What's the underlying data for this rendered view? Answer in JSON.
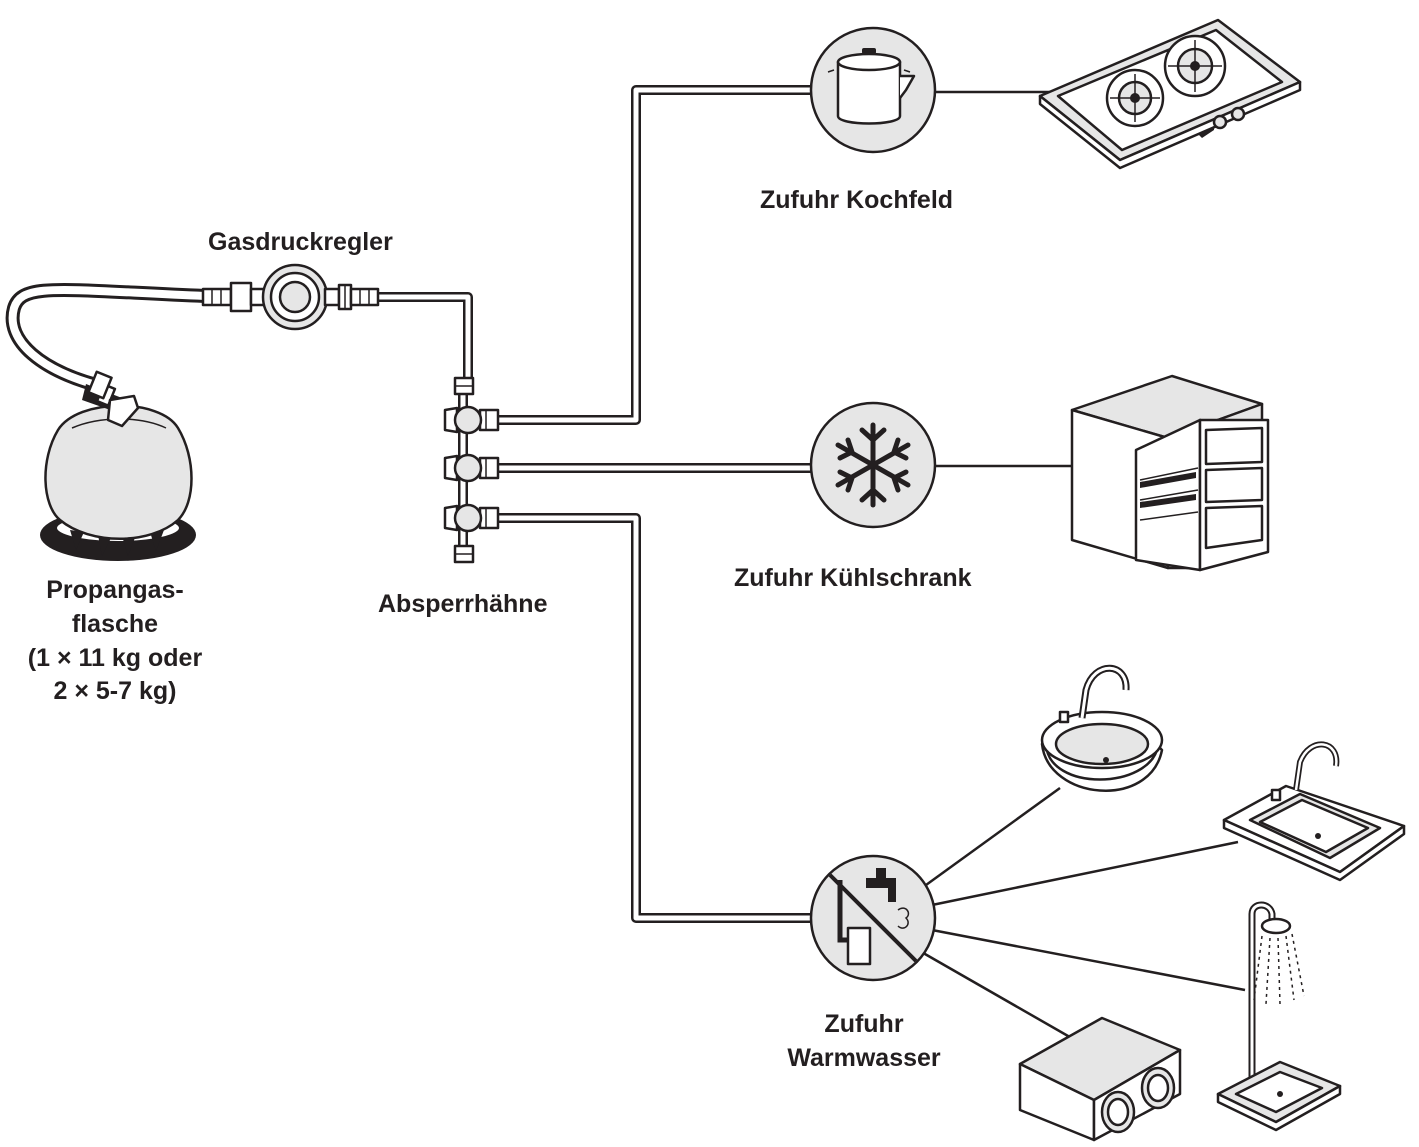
{
  "labels": {
    "gas_regulator": "Gasdruckregler",
    "cylinder_line1": "Propangas-",
    "cylinder_line2": "flasche",
    "cylinder_line3": "(1 × 11 kg oder",
    "cylinder_line4": "2 × 5-7 kg)",
    "shutoff_valves": "Absperrhähne",
    "cooktop_supply": "Zufuhr Kochfeld",
    "fridge_supply": "Zufuhr Kühlschrank",
    "hot_water_line1": "Zufuhr",
    "hot_water_line2": "Warmwasser"
  },
  "icons": {
    "cooktop_supply": "cooking-pot-icon",
    "fridge_supply": "snowflake-icon",
    "hot_water_supply": "water-heater-tap-icon"
  }
}
